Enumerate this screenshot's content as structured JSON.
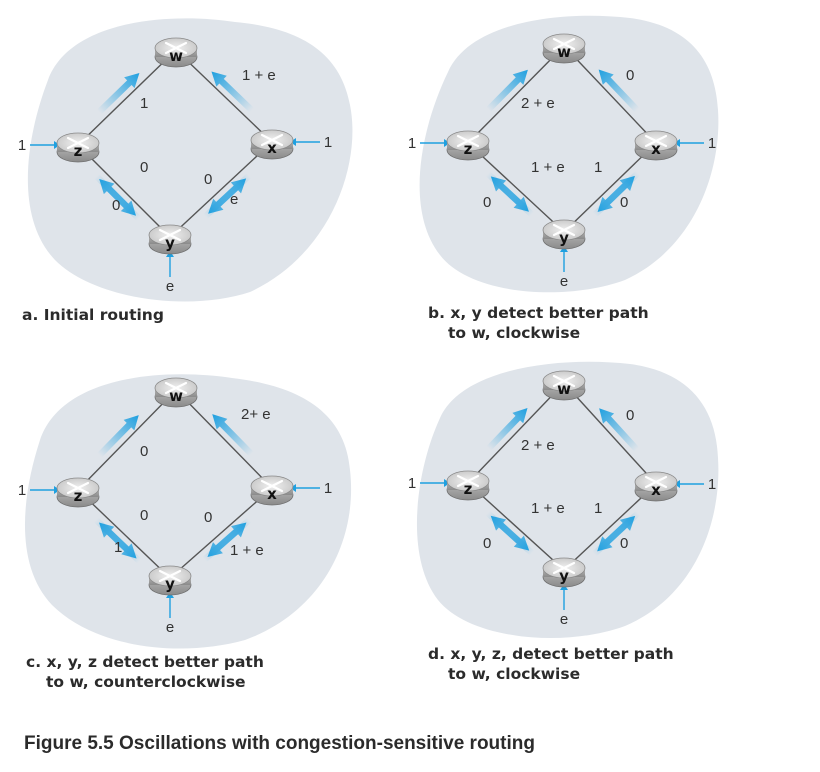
{
  "figure_title": "Figure 5.5 Oscillations with congestion-sensitive routing",
  "node_labels": {
    "w": "w",
    "x": "x",
    "y": "y",
    "z": "z"
  },
  "panels": [
    {
      "id": "a",
      "caption": [
        "a. Initial routing"
      ],
      "edge_costs": {
        "zw": "1",
        "xw": "1 + e",
        "zy_in": "0",
        "zy_out": "0",
        "xy_in": "0",
        "xy_out": "e"
      },
      "externals": {
        "z": "1",
        "x": "1",
        "y": "e"
      }
    },
    {
      "id": "b",
      "caption": [
        "b. x, y detect better path",
        "to w, clockwise"
      ],
      "edge_costs": {
        "zw": "2 + e",
        "xw": "0",
        "zy_in": "1 + e",
        "zy_out": "0",
        "xy_in": "1",
        "xy_out": "0"
      },
      "externals": {
        "z": "1",
        "x": "1",
        "y": "e"
      }
    },
    {
      "id": "c",
      "caption": [
        "c. x, y, z detect better path",
        "to w, counterclockwise"
      ],
      "edge_costs": {
        "zw": "0",
        "xw": "2+ e",
        "zy_in": "0",
        "zy_out": "1",
        "xy_in": "0",
        "xy_out": "1 + e"
      },
      "externals": {
        "z": "1",
        "x": "1",
        "y": "e"
      }
    },
    {
      "id": "d",
      "caption": [
        "d. x, y, z, detect better path",
        "to w, clockwise"
      ],
      "edge_costs": {
        "zw": "2 + e",
        "xw": "0",
        "zy_in": "1 + e",
        "zy_out": "0",
        "xy_in": "1",
        "xy_out": "0"
      },
      "externals": {
        "z": "1",
        "x": "1",
        "y": "e"
      }
    }
  ],
  "colors": {
    "cloud": "#dfe4ea",
    "arrow": "#1fa0e0",
    "router_body": "#a4a4a4",
    "router_top": "#d8d8d8",
    "text": "#2b2b2b"
  }
}
